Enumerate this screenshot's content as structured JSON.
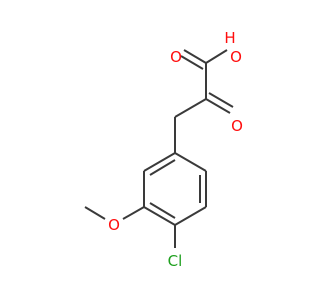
{
  "molecule": {
    "atoms": {
      "hydroxyl_h": {
        "text": "H",
        "color": "#ff0d0d"
      },
      "hydroxyl_o": {
        "text": "O",
        "color": "#ff0d0d"
      },
      "carbonyl_o_acid": {
        "text": "O",
        "color": "#ff0d0d"
      },
      "ketone_o": {
        "text": "O",
        "color": "#ff0d0d"
      },
      "methoxy_o": {
        "text": "O",
        "color": "#ff0d0d"
      },
      "chlorine": {
        "text": "Cl",
        "color": "#1fa01f"
      }
    },
    "bond_color": "#3a3a3a"
  }
}
